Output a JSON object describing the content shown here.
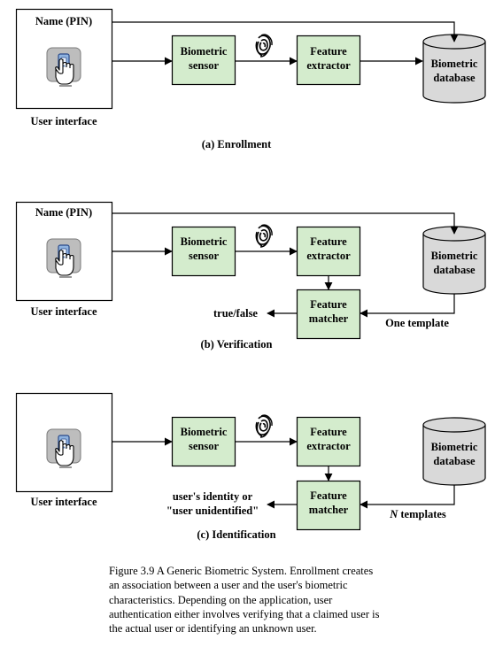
{
  "labels": {
    "name_pin": "Name (PIN)",
    "user_interface": "User interface",
    "biometric_sensor": [
      "Biometric",
      "sensor"
    ],
    "feature_extractor": [
      "Feature",
      "extractor"
    ],
    "feature_matcher": [
      "Feature",
      "matcher"
    ],
    "biometric_database": [
      "Biometric",
      "database"
    ],
    "true_false": "true/false",
    "one_template": "One template",
    "n_templates_n": "N",
    "n_templates_rest": " templates",
    "identity_result": [
      "user's identity or",
      "\"user unidentified\""
    ]
  },
  "sections": [
    {
      "caption": "(a) Enrollment"
    },
    {
      "caption": "(b) Verification"
    },
    {
      "caption": "(c) Identification"
    }
  ],
  "figure_caption": [
    "Figure 3.9  A Generic Biometric System. Enrollment creates",
    "an association between a user and the user's biometric",
    "characteristics. Depending on the application, user",
    "authentication either involves verifying that a claimed user is",
    "the actual user or identifying an unknown user."
  ],
  "colors": {
    "box_fill": "#d4eccd",
    "db_fill": "#d9d9d9",
    "stroke": "#000000"
  }
}
